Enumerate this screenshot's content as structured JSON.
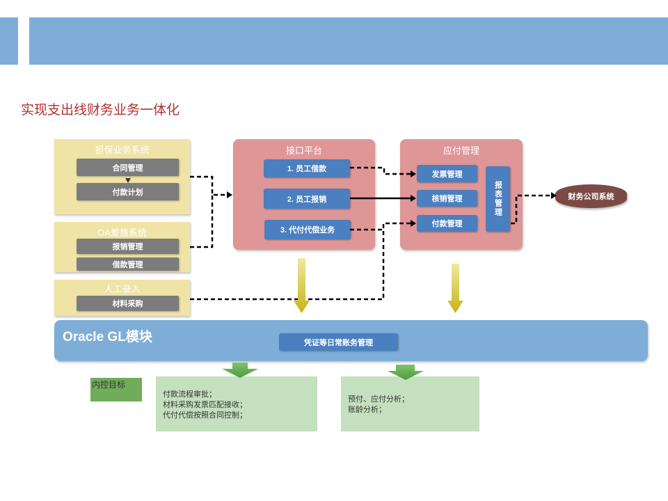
{
  "title": "实现支出线财务业务一体化",
  "groups": {
    "guarantee": {
      "title": "担保业务系统",
      "items": [
        "合同管理",
        "付款计划"
      ]
    },
    "oa": {
      "title": "OA差旅系统",
      "items": [
        "报销管理",
        "借款管理"
      ]
    },
    "manual": {
      "title": "人工录入",
      "items": [
        "材料采购"
      ]
    },
    "interface": {
      "title": "接口平台",
      "items": [
        "1. 员工借款",
        "2. 员工报销",
        "3. 代付代偿业务"
      ]
    },
    "payable": {
      "title": "应付管理",
      "items": [
        "发票管理",
        "核销管理",
        "付款管理"
      ],
      "report": "报表管理"
    }
  },
  "external": {
    "label": "财务公司系统"
  },
  "gl": {
    "title": "Oracle GL模块",
    "voucher": "凭证等日常账务管理"
  },
  "goal_label": "内控目标",
  "controls": {
    "left": [
      "付款流程审批；",
      "材料采购发票匹配接收；",
      "代付代偿按照合同控制；"
    ],
    "right": [
      "预付、应付分析；",
      "账龄分析；"
    ]
  },
  "colors": {
    "header": "#7eaed8",
    "yellow_box": "#efe3a6",
    "pink_box": "#df9696",
    "blue_button": "#4a7fc0",
    "gray_button": "#7c7c7c",
    "green_goal": "#6fad59",
    "green_panel": "#c5e0bf",
    "title_red": "#b03030"
  }
}
